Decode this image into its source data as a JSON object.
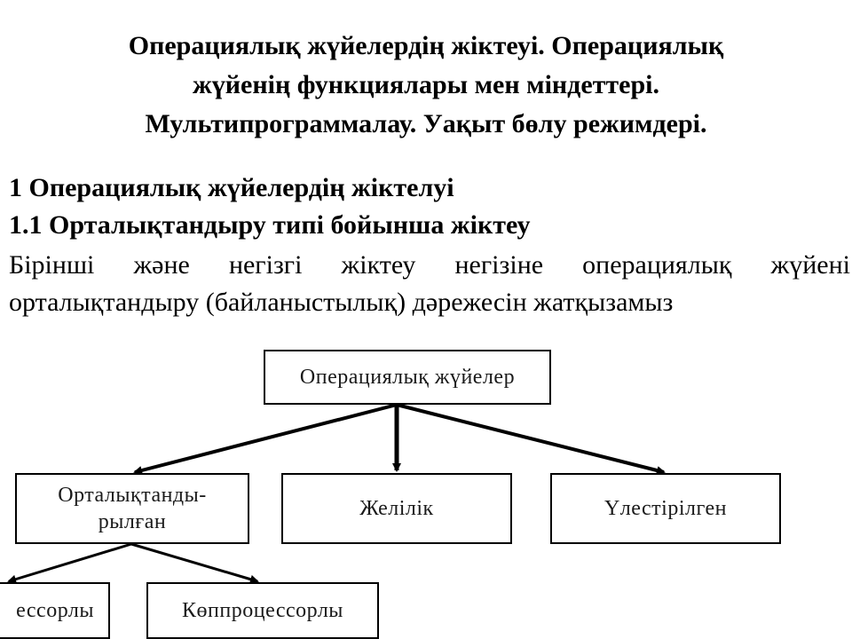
{
  "title": {
    "line1": "Операциялық жүйелердің жіктеуі. Операциялық",
    "line2": "жүйенің функциялары мен міндеттері.",
    "line3": "Мультипрограммалау. Уақыт бөлу режимдері."
  },
  "section": {
    "heading1": "1 Операциялық жүйелердің жіктелуі",
    "heading2": "1.1 Орталықтандыру типі бойынша жіктеу",
    "paragraph_line1": "Бірінші және негізгі жіктеу негізіне операциялық жүйені",
    "paragraph_line2": "орталықтандыру (байланыстылық) дәрежесін жатқызамыз"
  },
  "diagram": {
    "root": "Операциялық жүйелер",
    "children": [
      "Орталықтанды-рылған",
      "Желілік",
      "Үлестірілген"
    ],
    "child1_line1": "Орталықтанды-",
    "child1_line2": "рылған",
    "grandchildren": [
      "ессорлы",
      "Көппроцессорлы"
    ]
  }
}
